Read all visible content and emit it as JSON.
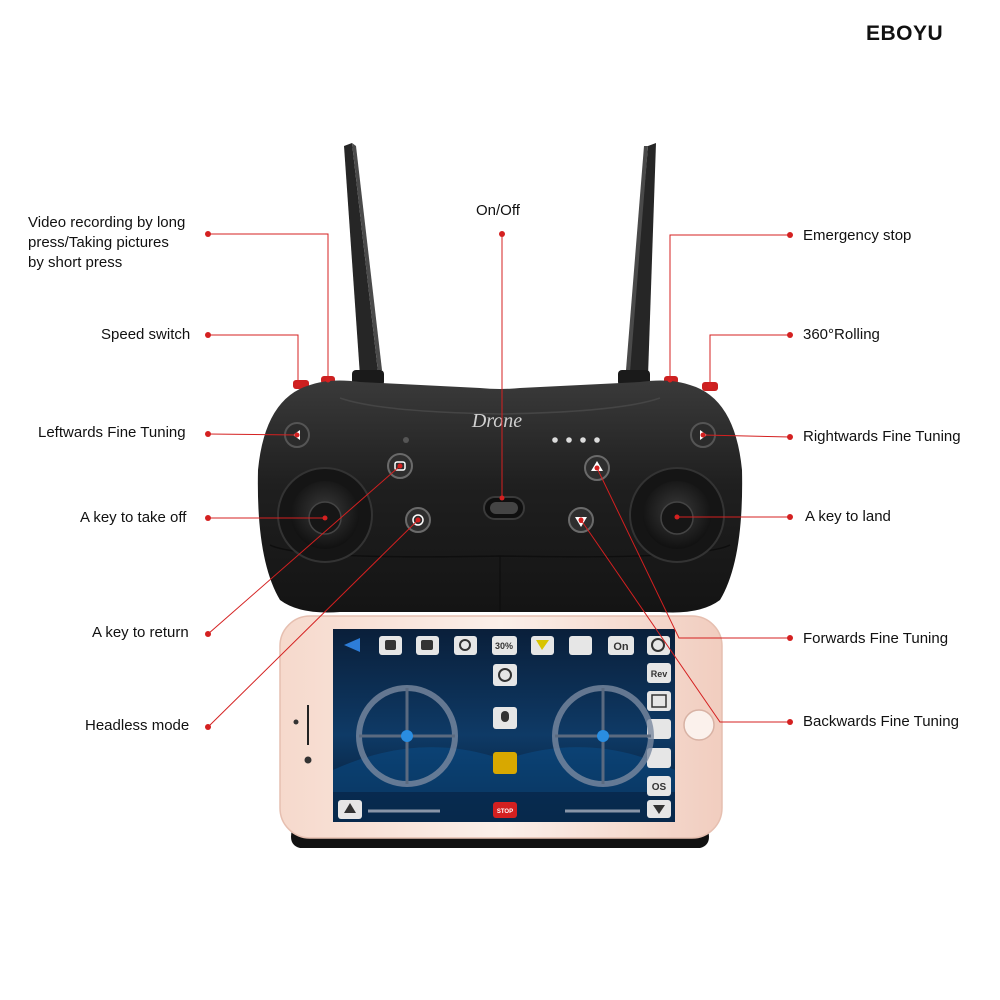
{
  "brand": "EBOYU",
  "controller": {
    "logo": "Drone"
  },
  "labels": {
    "video": "Video recording by long\npress/Taking pictures\nby short press",
    "onoff": "On/Off",
    "emergency": "Emergency stop",
    "speed": "Speed switch",
    "rolling": "360°Rolling",
    "left_tune": "Leftwards Fine Tuning",
    "right_tune": "Rightwards Fine Tuning",
    "takeoff": "A key to take off",
    "land": "A key to land",
    "return": "A key to return",
    "forward": "Forwards Fine Tuning",
    "headless": "Headless mode",
    "backward": "Backwards Fine Tuning"
  },
  "phone_app": {
    "speed_label": "30%",
    "on_label": "On",
    "rev_label": "Rev",
    "stop_label": "STOP",
    "os_label": "OS"
  },
  "colors": {
    "callout": "#d42020",
    "controller": "#1f1f1f",
    "phone_frame": "#f3d4c8",
    "screen": "#0b2d55",
    "joystick_ring": "#2a8de0"
  }
}
